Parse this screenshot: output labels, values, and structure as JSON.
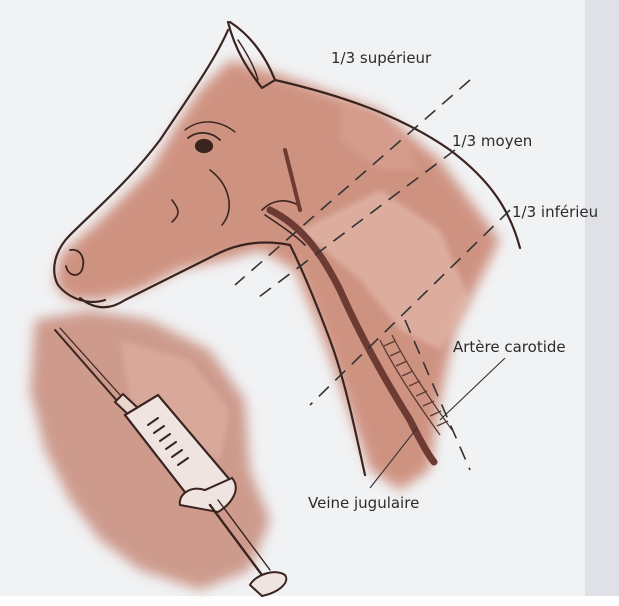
{
  "labels": {
    "upper_third": "1/3 supérieur",
    "middle_third": "1/3 moyen",
    "lower_third": "1/3 inférieu",
    "carotid": "Artère carotide",
    "jugular": "Veine jugulaire"
  },
  "colors": {
    "paper": "#f1f2f4",
    "horse_wash": "#c9826d",
    "wash_light": "#ddb0a0",
    "ink": "#3a2420",
    "vein": "#6e3a34",
    "line": "#333333"
  }
}
